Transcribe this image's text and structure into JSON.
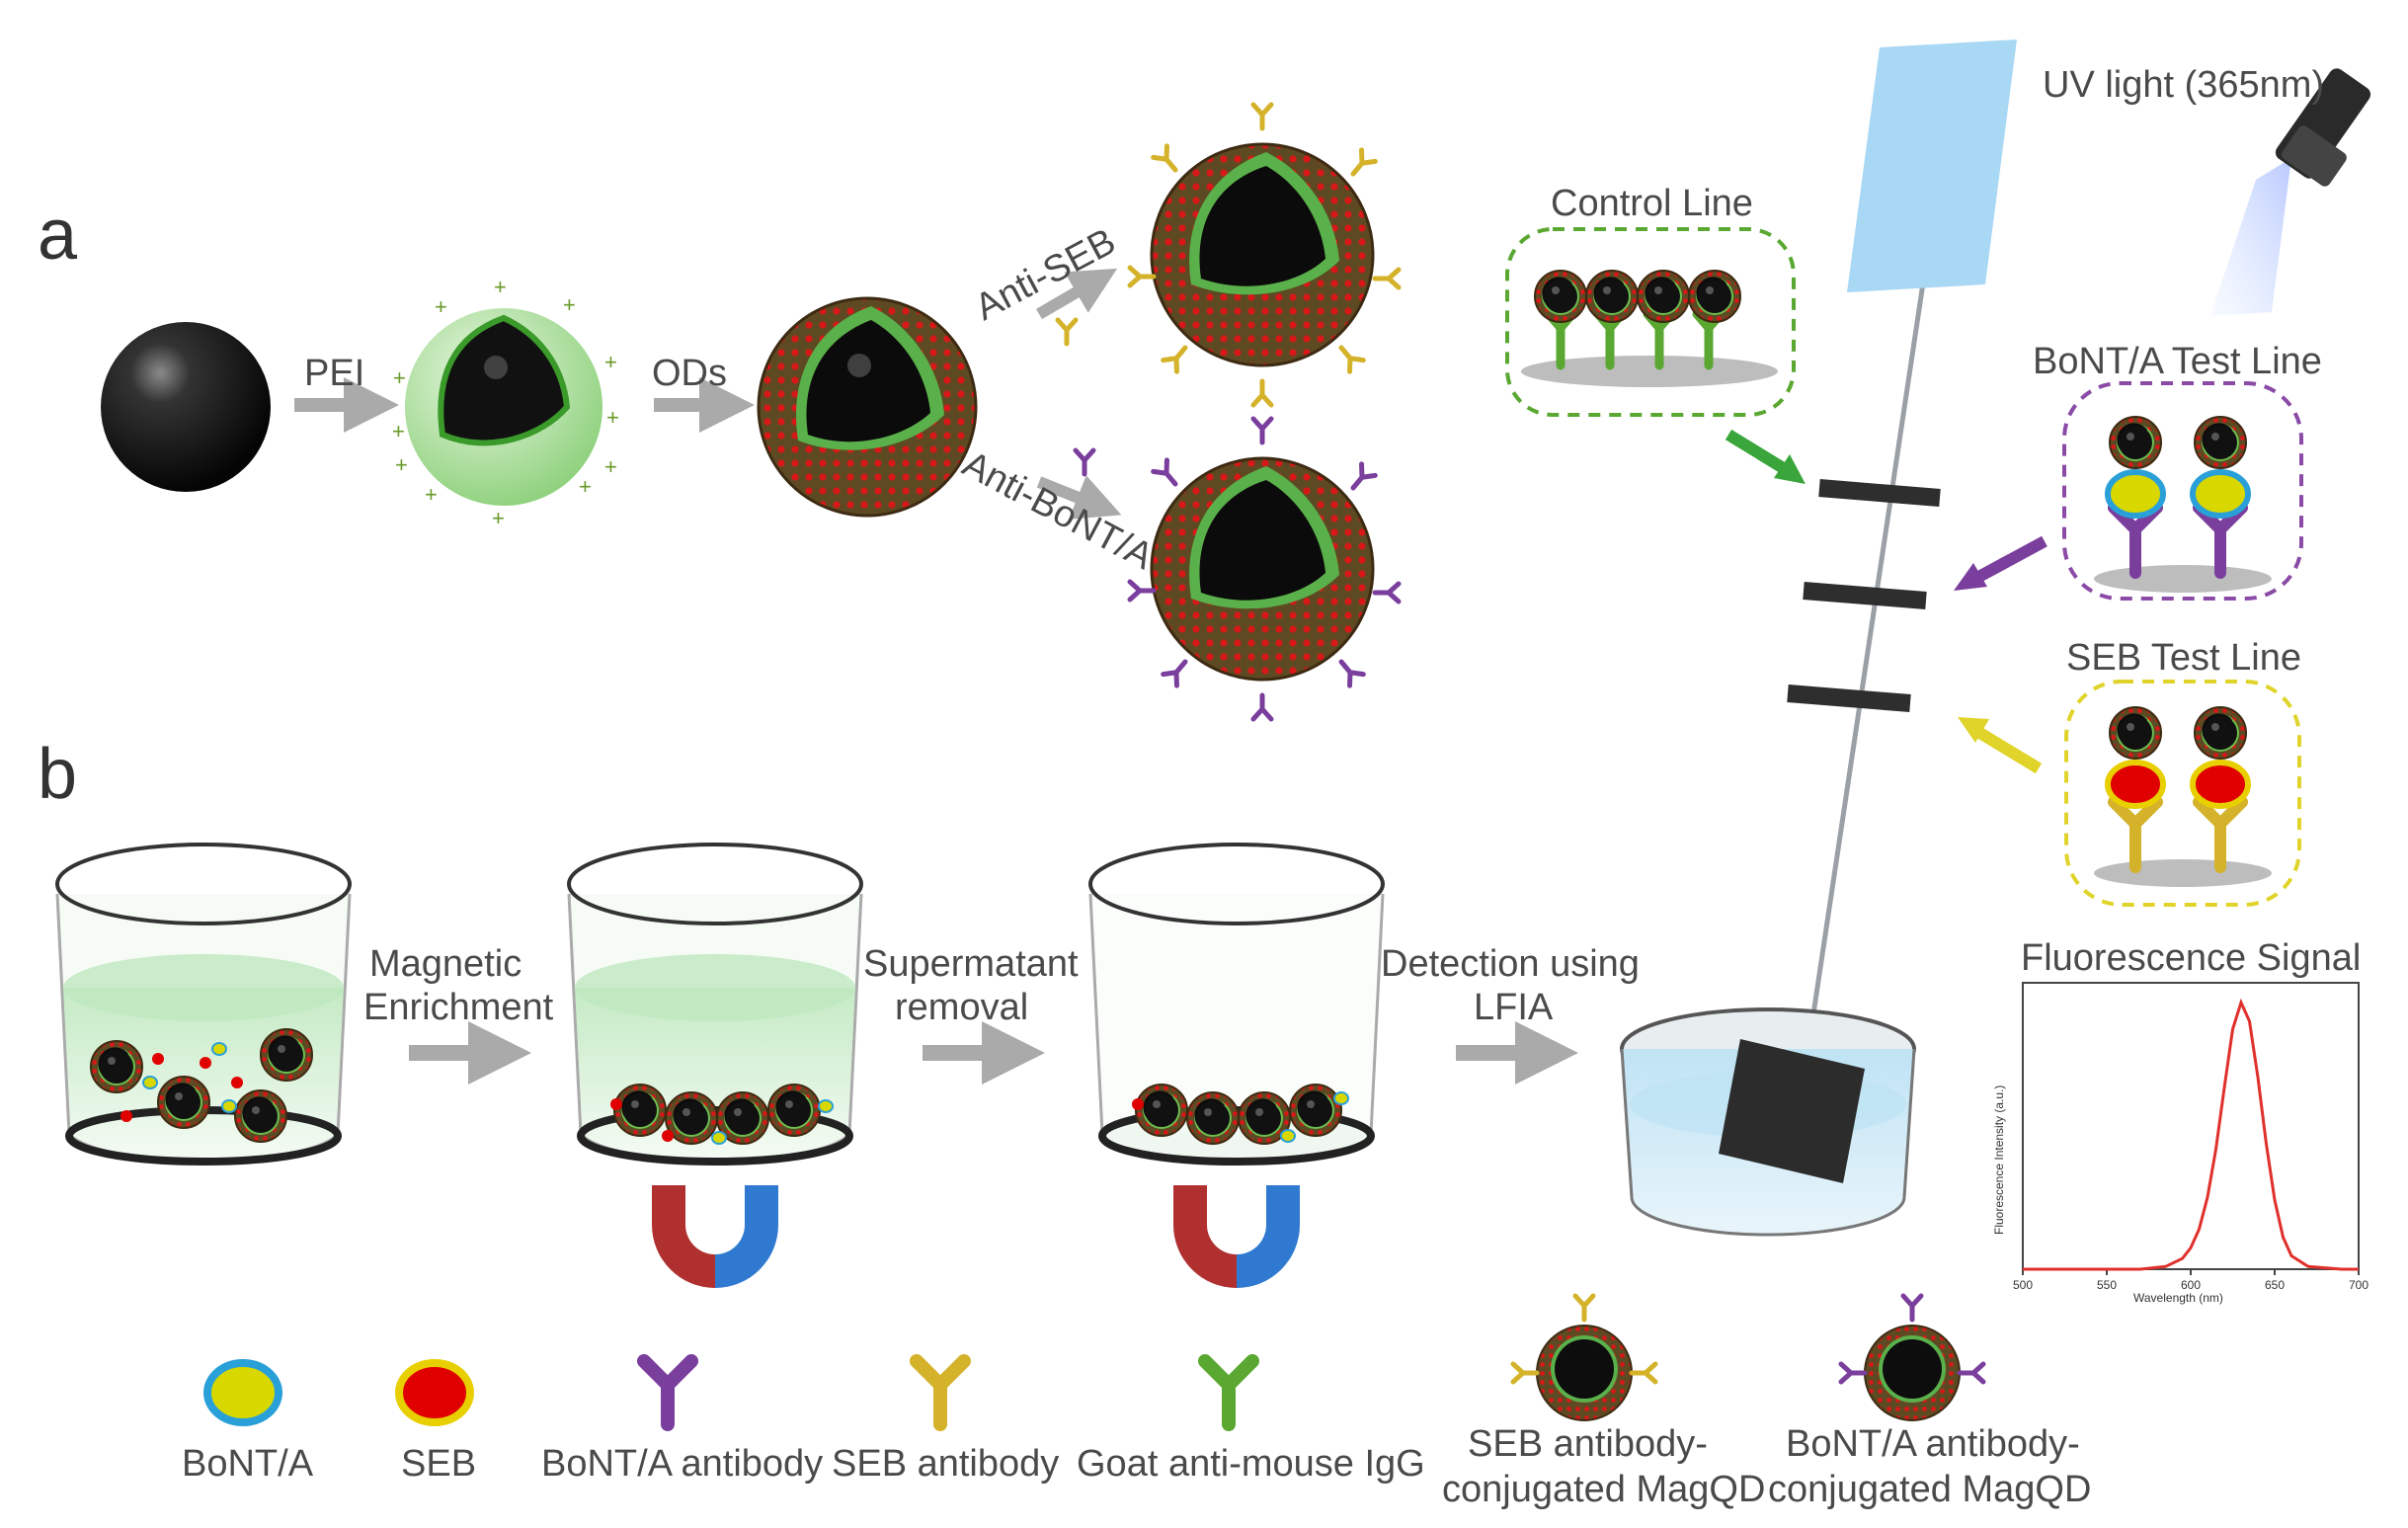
{
  "panels": {
    "a": "a",
    "b": "b"
  },
  "panel_a": {
    "step1": "PEI",
    "step2": "ODs",
    "branch_seb": "Anti-SEB",
    "branch_bont": "Anti-BoNT/A"
  },
  "panel_b": {
    "step1_line1": "Magnetic",
    "step1_line2": "Enrichment",
    "step2_line1": "Supermatant",
    "step2_line2": "removal",
    "step3_line1": "Detection using",
    "step3_line2": "LFIA"
  },
  "strip": {
    "uv_label": "UV light (365nm)",
    "control_line": "Control Line",
    "bont_test_line": "BoNT/A Test Line",
    "seb_test_line": "SEB Test Line"
  },
  "signal": {
    "title": "Fluorescence Signal",
    "ylabel": "Fluorescence Intensity (a.u.)",
    "xlabel": "Wavelength (nm)",
    "xticks": [
      "500",
      "550",
      "600",
      "650",
      "700"
    ]
  },
  "legend": {
    "bont": "BoNT/A",
    "seb": "SEB",
    "bont_ab": "BoNT/A antibody",
    "seb_ab": "SEB antibody",
    "goat": "Goat anti-mouse IgG",
    "seb_mag_line1": "SEB antibody-",
    "seb_mag_line2": "conjugated MagQD",
    "bont_mag_line1": "BoNT/A antibody-",
    "bont_mag_line2": "conjugated MagQD"
  },
  "colors": {
    "bont_antibody": "#7a3e9d",
    "seb_antibody": "#d4b22a",
    "goat_antibody": "#5aa832",
    "seb_antigen": "#e00000",
    "bont_antigen": "#d8d800",
    "strip_pad": "#a9d8f5",
    "peak_line": "#e0302c"
  },
  "chart_data": {
    "type": "line",
    "title": "Fluorescence Signal",
    "xlabel": "Wavelength (nm)",
    "ylabel": "Fluorescence Intensity (a.u.)",
    "xlim": [
      500,
      700
    ],
    "x": [
      500,
      540,
      570,
      585,
      595,
      600,
      605,
      610,
      615,
      620,
      625,
      630,
      635,
      640,
      645,
      650,
      655,
      660,
      670,
      690,
      700
    ],
    "y": [
      0.0,
      0.0,
      0.0,
      0.01,
      0.04,
      0.08,
      0.15,
      0.27,
      0.45,
      0.68,
      0.9,
      1.0,
      0.93,
      0.72,
      0.47,
      0.26,
      0.12,
      0.05,
      0.01,
      0.0,
      0.0
    ]
  }
}
